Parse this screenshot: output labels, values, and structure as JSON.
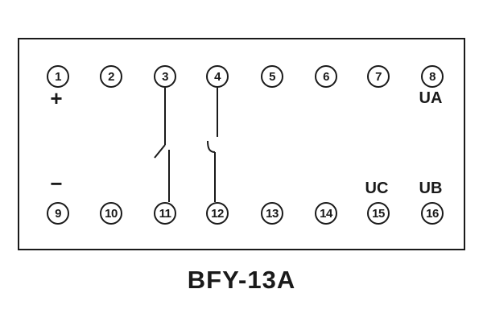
{
  "diagram": {
    "title": "BFY-13A",
    "terminals_top": [
      "1",
      "2",
      "3",
      "4",
      "5",
      "6",
      "7",
      "8"
    ],
    "terminals_bottom": [
      "9",
      "10",
      "11",
      "12",
      "13",
      "14",
      "15",
      "16"
    ],
    "labels": {
      "polarity_plus": "+",
      "polarity_minus": "−",
      "ua": "UA",
      "ub": "UB",
      "uc": "UC"
    },
    "contacts": [
      {
        "from": "3",
        "to": "11",
        "type": "normally-open-contact"
      },
      {
        "from": "4",
        "to": "12",
        "type": "normally-open-contact"
      }
    ],
    "colors": {
      "line": "#1a1a1a",
      "background": "#ffffff"
    }
  }
}
